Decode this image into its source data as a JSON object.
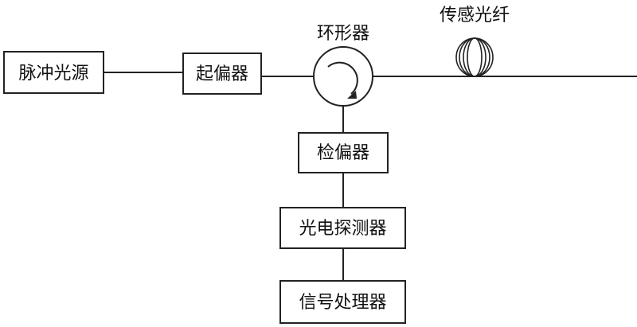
{
  "blocks": {
    "pulse_source": "脉冲光源",
    "polarizer": "起偏器",
    "analyzer": "检偏器",
    "photodetector": "光电探测器",
    "signal_processor": "信号处理器"
  },
  "labels": {
    "circulator": "环形器",
    "sensing_fiber": "传感光纤"
  },
  "colors": {
    "line": "#222222",
    "text": "#111111",
    "background": "#ffffff"
  }
}
